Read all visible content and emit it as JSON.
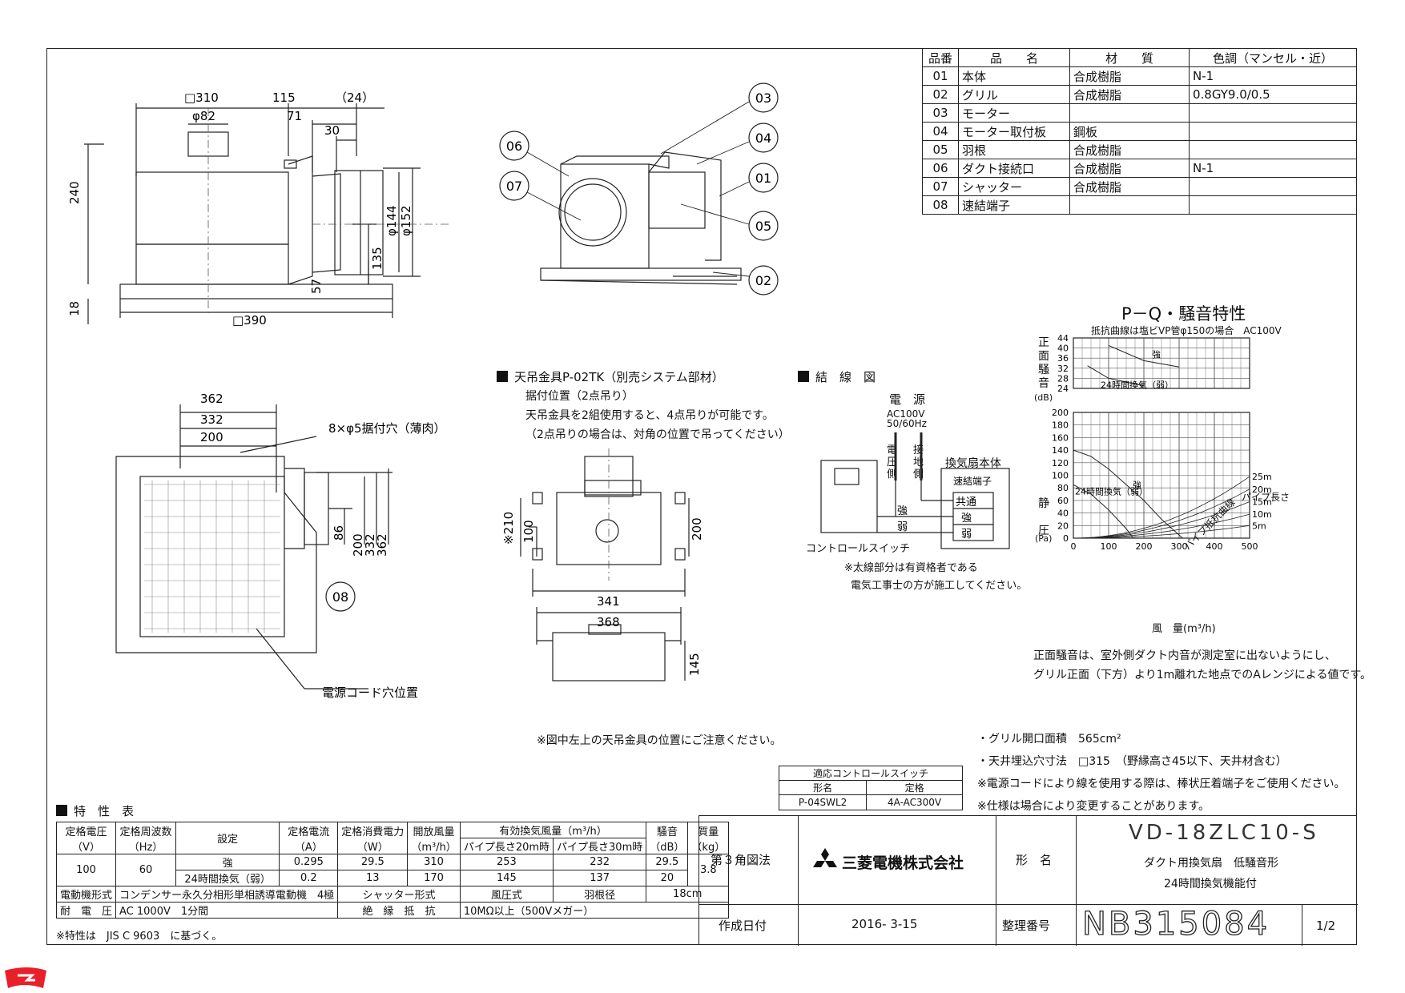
{
  "parts_table": {
    "headers": [
      "品番",
      "品　　名",
      "材　　質",
      "色調（マンセル・近）"
    ],
    "rows": [
      [
        "01",
        "本体",
        "合成樹脂",
        "N-1"
      ],
      [
        "02",
        "グリル",
        "合成樹脂",
        "0.8GY9.0/0.5"
      ],
      [
        "03",
        "モーター",
        "",
        ""
      ],
      [
        "04",
        "モーター取付板",
        "鋼板",
        ""
      ],
      [
        "05",
        "羽根",
        "合成樹脂",
        ""
      ],
      [
        "06",
        "ダクト接続口",
        "合成樹脂",
        "N-1"
      ],
      [
        "07",
        "シャッター",
        "合成樹脂",
        ""
      ],
      [
        "08",
        "速結端子",
        "",
        ""
      ]
    ]
  },
  "side_view": {
    "dims": {
      "w310": "□310",
      "d115": "115",
      "d24": "（24）",
      "d71": "71",
      "d30": "30",
      "d82": "φ82",
      "h240": "240",
      "h18": "18",
      "d390": "□390",
      "d144": "φ144",
      "d152": "φ152",
      "h135": "135",
      "h57": "57"
    }
  },
  "iso_view": {
    "callouts": [
      "03",
      "04",
      "01",
      "05",
      "02",
      "06",
      "07"
    ]
  },
  "bottom_view": {
    "dims": {
      "d362": "362",
      "d332": "332",
      "d200": "200",
      "v86": "86",
      "v200": "200",
      "v332": "332",
      "v362": "362"
    },
    "hole_note": "8×φ5据付穴（薄肉）",
    "callout": "08",
    "cord_note": "電源コード穴位置"
  },
  "bracket": {
    "title": "天吊金具P-02TK（別売システム部材）",
    "lines": [
      "据付位置（2点吊り）",
      "天吊金具を2組使用すると、4点吊りが可能です。",
      "（2点吊りの場合は、対角の位置で吊ってください）"
    ],
    "dims": {
      "v210": "※210",
      "v100": "100",
      "v200": "200",
      "h341": "341",
      "h368": "368",
      "v145": "145"
    },
    "note": "※図中左上の天吊金具の位置にご注意ください。"
  },
  "wiring": {
    "title": "結　線　図",
    "power_label": "電　源",
    "power_spec": [
      "AC100V",
      "50/60Hz"
    ],
    "side_labels": [
      "電圧側",
      "接地側"
    ],
    "fan_label": "換気扇本体",
    "terminal_label": "速結端子",
    "terminals": [
      "共通",
      "強",
      "弱"
    ],
    "switch_label": "コントロールスイッチ",
    "strong": "強",
    "weak": "弱",
    "notes": [
      "※太線部分は有資格者である",
      "電気工事士の方が施工してください。"
    ]
  },
  "pq_chart": {
    "title": "P－Q・騒音特性",
    "subtitle": "抵抗曲線は塩ビVP管φ150の場合　AC100V",
    "noise_ylabel": [
      "正",
      "面",
      "騒",
      "音"
    ],
    "noise_unit": "(dB)",
    "pressure_ylabel": [
      "静",
      "圧"
    ],
    "pressure_unit": "(Pa)",
    "xlabel": "風　量(m³/h)",
    "pipe_label": "パイプ長さ",
    "curve_label": "パイプ抵抗曲線",
    "note": [
      "正面騒音は、室外側ダクト内音が測定室に出ないようにし、",
      "グリル正面（下方）より1m離れた地点でのAレンジによる値です。"
    ]
  },
  "chart_data": {
    "type": "line",
    "title": "P－Q・騒音特性",
    "x_ticks": [
      0,
      100,
      200,
      300,
      400,
      500
    ],
    "noise": {
      "ylim": [
        24,
        44
      ],
      "y_ticks": [
        24,
        28,
        32,
        36,
        40,
        44
      ],
      "series": [
        {
          "name": "強",
          "x": [
            100,
            200,
            300
          ],
          "y": [
            41,
            35,
            32.5
          ]
        },
        {
          "name": "24時間換気（弱）",
          "x": [
            40,
            100,
            200
          ],
          "y": [
            33,
            28,
            25
          ]
        }
      ]
    },
    "pressure": {
      "ylim": [
        0,
        200
      ],
      "y_ticks": [
        0,
        20,
        40,
        60,
        80,
        100,
        120,
        140,
        160,
        180,
        200
      ],
      "series": [
        {
          "name": "強",
          "x": [
            0,
            50,
            100,
            150,
            200,
            250,
            310
          ],
          "y": [
            140,
            130,
            110,
            85,
            60,
            30,
            0
          ]
        },
        {
          "name": "24時間換気（弱）",
          "x": [
            0,
            50,
            100,
            150,
            170
          ],
          "y": [
            85,
            70,
            45,
            15,
            0
          ]
        }
      ],
      "resistance_curves": [
        {
          "name": "5m",
          "end_y": 20
        },
        {
          "name": "10m",
          "end_y": 38
        },
        {
          "name": "15m",
          "end_y": 58
        },
        {
          "name": "20m",
          "end_y": 78
        },
        {
          "name": "25m",
          "end_y": 98
        }
      ]
    }
  },
  "notes": [
    "・グリル開口面積　565cm²",
    "・天井埋込穴寸法　□315　（野縁高さ45以下、天井材含む）",
    "※電源コードにより線を使用する際は、棒状圧着端子をご使用ください。",
    "※仕様は場合により変更することがあります。"
  ],
  "switch_table": {
    "title": "適応コントロールスイッチ",
    "headers": [
      "形名",
      "定格"
    ],
    "row": [
      "P-04SWL2",
      "4A-AC300V"
    ]
  },
  "spec_table": {
    "title": "特　性　表",
    "headers": {
      "voltage": [
        "定格電圧",
        "（V）"
      ],
      "freq": [
        "定格周波数",
        "（Hz）"
      ],
      "setting": "設定",
      "current": [
        "定格電流",
        "（A）"
      ],
      "power": [
        "定格消費電力",
        "（W）"
      ],
      "airflow": [
        "開放風量",
        "（m³/h）"
      ],
      "effective": "有効換気風量（m³/h）",
      "pipe20": "パイプ長さ20m時",
      "pipe30": "パイプ長さ30m時",
      "noise": [
        "騒音",
        "（dB）"
      ],
      "mass": [
        "質量",
        "（kg）"
      ]
    },
    "voltage": "100",
    "freq": "60",
    "mass": "3.8",
    "rows": [
      {
        "setting": "強",
        "current": "0.295",
        "power": "29.5",
        "airflow": "310",
        "p20": "253",
        "p30": "232",
        "noise": "29.5"
      },
      {
        "setting": "24時間換気（弱）",
        "current": "0.2",
        "power": "13",
        "airflow": "170",
        "p20": "145",
        "p30": "137",
        "noise": "20"
      }
    ],
    "motor_label": "電動機形式",
    "motor_value": "コンデンサー永久分相形単相誘導電動機　4極",
    "shutter_label": "シャッター形式",
    "shutter_value": "風圧式",
    "blade_label": "羽根径",
    "blade_value": "18cm",
    "withstand_label": "耐　電　圧",
    "withstand_value": "AC 1000V　1分間",
    "insulation_label": "絶　縁　抵　抗",
    "insulation_value": "10MΩ以上（500Vメガー）",
    "footnote": "※特性は　JIS C 9603　に基づく。"
  },
  "title_block": {
    "projection": "第３角図法",
    "company": "三菱電機株式会社",
    "model_label": "形　名",
    "model": "VD-18ZLC10-S",
    "desc1": "ダクト用換気扇　低騒音形",
    "desc2": "24時間換気機能付",
    "date_label": "作成日付",
    "date": "2016- 3-15",
    "number_label": "整理番号",
    "number": "NB315084",
    "page": "1/2"
  },
  "colors": {
    "line": "#222222",
    "logo_red": "#e8202a",
    "mark": "#d3232a"
  }
}
